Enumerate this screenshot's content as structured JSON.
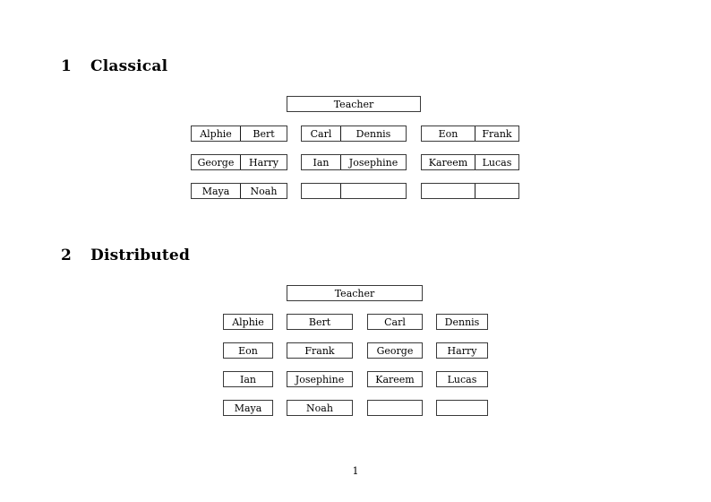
{
  "document": {
    "page_number": "1"
  },
  "sections": [
    {
      "number": "1",
      "title": "Classical",
      "root": {
        "label": "Teacher"
      },
      "groups": [
        {
          "rows": [
            {
              "left": "Alphie",
              "right": "Bert"
            },
            {
              "left": "George",
              "right": "Harry"
            },
            {
              "left": "Maya",
              "right": "Noah"
            }
          ]
        },
        {
          "rows": [
            {
              "left": "Carl",
              "right": "Dennis"
            },
            {
              "left": "Ian",
              "right": "Josephine"
            },
            {
              "left": "",
              "right": ""
            }
          ]
        },
        {
          "rows": [
            {
              "left": "Eon",
              "right": "Frank"
            },
            {
              "left": "Kareem",
              "right": "Lucas"
            },
            {
              "left": "",
              "right": ""
            }
          ]
        }
      ]
    },
    {
      "number": "2",
      "title": "Distributed",
      "root": {
        "label": "Teacher"
      },
      "rows": [
        [
          "Alphie",
          "Bert",
          "Carl",
          "Dennis"
        ],
        [
          "Eon",
          "Frank",
          "George",
          "Harry"
        ],
        [
          "Ian",
          "Josephine",
          "Kareem",
          "Lucas"
        ],
        [
          "Maya",
          "Noah",
          "",
          ""
        ]
      ]
    }
  ],
  "colors": {
    "page_background": "#ffffff",
    "text": "#000000",
    "box_border": "#3a3a3a",
    "cell_divider": "#1a1a1a"
  }
}
